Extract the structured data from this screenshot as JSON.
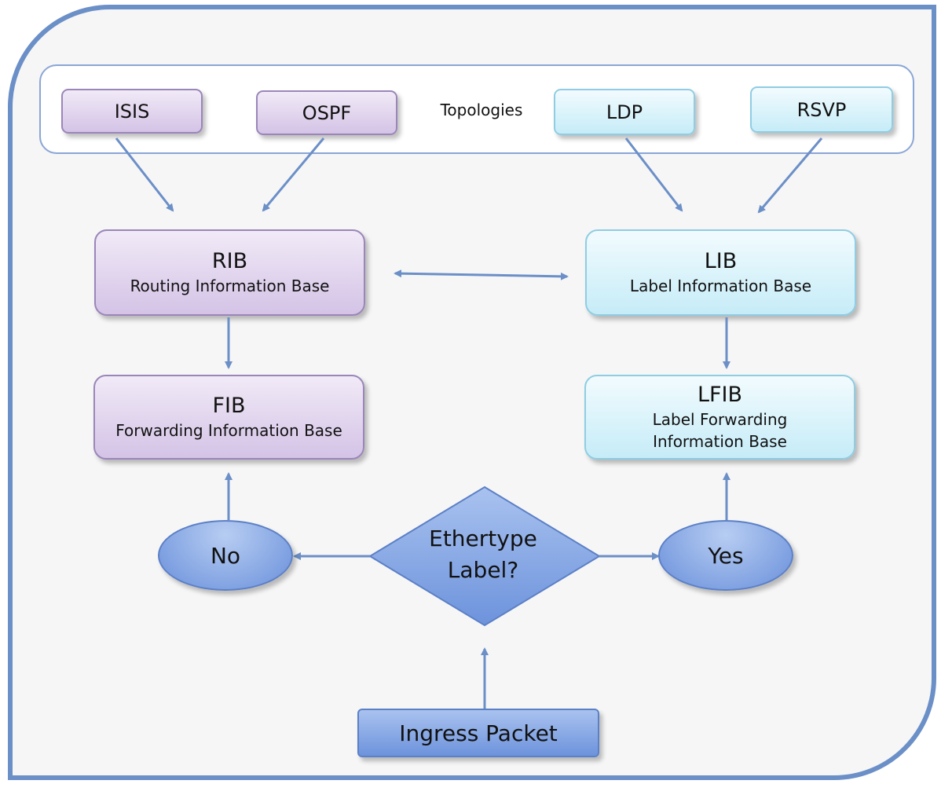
{
  "topologies_label": "Topologies",
  "protocols": {
    "isis": "ISIS",
    "ospf": "OSPF",
    "ldp": "LDP",
    "rsvp": "RSVP"
  },
  "rib": {
    "title": "RIB",
    "subtitle": "Routing Information Base"
  },
  "lib": {
    "title": "LIB",
    "subtitle": "Label Information Base"
  },
  "fib": {
    "title": "FIB",
    "subtitle": "Forwarding Information Base"
  },
  "lfib": {
    "title": "LFIB",
    "subtitle_line1": "Label Forwarding",
    "subtitle_line2": "Information Base"
  },
  "decision": {
    "line1": "Ethertype",
    "line2": "Label?"
  },
  "no_label": "No",
  "yes_label": "Yes",
  "ingress_label": "Ingress Packet",
  "colors": {
    "frame": "#6b8fc7",
    "arrow": "#6b8fc7",
    "routing_fill": "#d4c3e6",
    "label_fill": "#c6ecf8",
    "flow_fill": "#6d93dc"
  }
}
